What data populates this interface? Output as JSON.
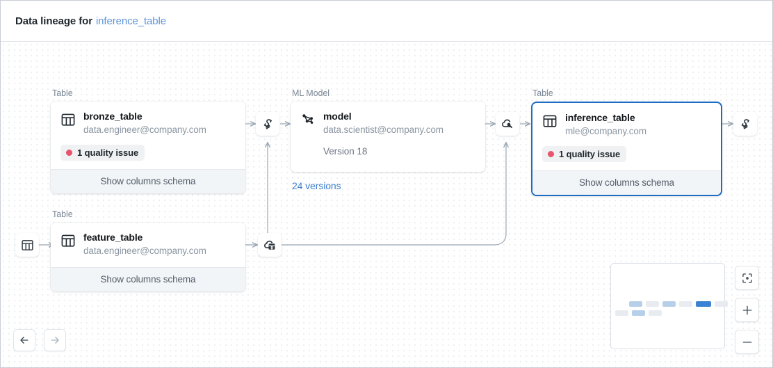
{
  "header": {
    "title": "Data lineage for",
    "entity": "inference_table"
  },
  "nodes": {
    "bronze": {
      "type_label": "Table",
      "icon": "table-icon",
      "title": "bronze_table",
      "subtitle": "data.engineer@company.com",
      "badge": "1 quality issue",
      "badge_color": "#e8546b",
      "footer": "Show columns schema"
    },
    "model": {
      "type_label": "ML Model",
      "icon": "model-graph-icon",
      "title": "model",
      "subtitle": "data.scientist@company.com",
      "version": "Version 18",
      "link": "24 versions"
    },
    "inference": {
      "type_label": "Table",
      "icon": "table-icon",
      "title": "inference_table",
      "subtitle": "mle@company.com",
      "badge": "1 quality issue",
      "badge_color": "#e8546b",
      "footer": "Show columns schema",
      "selected": true,
      "border_color": "#1b6cc4"
    },
    "feature": {
      "type_label": "Table",
      "icon": "table-icon",
      "title": "feature_table",
      "subtitle": "data.engineer@company.com",
      "footer": "Show columns schema"
    }
  },
  "chips": [
    {
      "name": "table-chip-left",
      "icon": "table-icon"
    },
    {
      "name": "notebook-chip-bronze-out",
      "icon": "notebook-icon"
    },
    {
      "name": "endpoint-chip-model-out",
      "icon": "cloud-endpoint-icon"
    },
    {
      "name": "notebook-chip-inference-out",
      "icon": "notebook-icon"
    },
    {
      "name": "cloud-table-chip-feature-out",
      "icon": "cloud-table-icon"
    }
  ],
  "minimap": {
    "name": "minimap",
    "rows": [
      [
        {
          "w": 19,
          "color": "#b7d0ea"
        },
        {
          "w": 19,
          "color": "#e8ecf0"
        },
        {
          "w": 19,
          "color": "#b7d0ea"
        },
        {
          "w": 19,
          "color": "#e8ecf0"
        },
        {
          "w": 22,
          "color": "#3b82d4"
        },
        {
          "w": 19,
          "color": "#e8ecf0"
        }
      ],
      [
        {
          "w": 19,
          "color": "#e8ecf0"
        },
        {
          "w": 19,
          "color": "#b7d0ea"
        },
        {
          "w": 19,
          "color": "#e8ecf0"
        }
      ]
    ]
  },
  "controls": {
    "fit": "fit-view-icon",
    "zoom_in": "plus-icon",
    "zoom_out": "minus-icon"
  },
  "nav": {
    "back": "arrow-left-icon",
    "forward": "arrow-right-icon"
  }
}
